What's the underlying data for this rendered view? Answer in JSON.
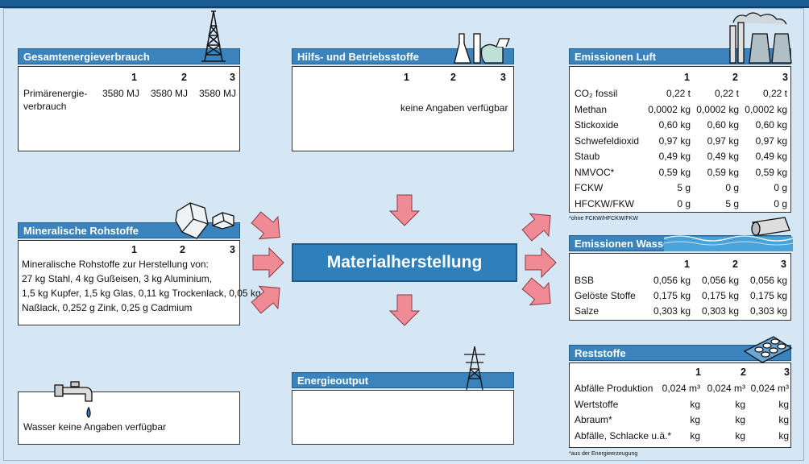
{
  "column_numbers": [
    "1",
    "2",
    "3"
  ],
  "center": {
    "title": "Materialherstellung"
  },
  "gesamtenergie": {
    "title": "Gesamtenergieverbrauch",
    "label_line1": "Primärenergie-",
    "label_line2": "verbrauch",
    "values": [
      "3580 MJ",
      "3580 MJ",
      "3580 MJ"
    ]
  },
  "hilfsstoffe": {
    "title": "Hilfs- und Betriebsstoffe",
    "note": "keine Angaben verfügbar"
  },
  "mineralisch": {
    "title": "Mineralische Rohstoffe",
    "lines": [
      "Mineralische Rohstoffe zur Herstellung von:",
      "27 kg Stahl, 4 kg Gußeisen, 3 kg Aluminium,",
      "1,5 kg Kupfer, 1,5 kg Glas, 0,11 kg Trockenlack, 0,05 kg",
      "Naßlack, 0,252 g Zink, 0,25 g Cadmium"
    ]
  },
  "wasser": {
    "text": "Wasser keine Angaben verfügbar"
  },
  "energieoutput": {
    "title": "Energieoutput"
  },
  "emissionen_luft": {
    "title": "Emissionen Luft",
    "rows": [
      {
        "label": "CO₂ fossil",
        "values": [
          "0,22",
          "0,22",
          "0,22"
        ],
        "unit": "t"
      },
      {
        "label": "Methan",
        "values": [
          "0,0002 kg",
          "0,0002 kg",
          "0,0002 kg"
        ],
        "unit": ""
      },
      {
        "label": "Stickoxide",
        "values": [
          "0,60 kg",
          "0,60 kg",
          "0,60 kg"
        ],
        "unit": ""
      },
      {
        "label": "Schwefeldioxid",
        "values": [
          "0,97 kg",
          "0,97 kg",
          "0,97 kg"
        ],
        "unit": ""
      },
      {
        "label": "Staub",
        "values": [
          "0,49 kg",
          "0,49 kg",
          "0,49 kg"
        ],
        "unit": ""
      },
      {
        "label": "NMVOC*",
        "values": [
          "0,59 kg",
          "0,59 kg",
          "0,59 kg"
        ],
        "unit": ""
      },
      {
        "label": "FCKW",
        "values": [
          "5  g",
          "0  g",
          "0  g"
        ],
        "unit": ""
      },
      {
        "label": "HFCKW/FKW",
        "values": [
          "0  g",
          "5  g",
          "0  g"
        ],
        "unit": ""
      }
    ],
    "footnote": "*ohne FCKW/HFCKW/FKW"
  },
  "emissionen_wasser": {
    "title": "Emissionen Wasser",
    "rows": [
      {
        "label": "BSB",
        "values": [
          "0,056 kg",
          "0,056 kg",
          "0,056 kg"
        ]
      },
      {
        "label": "Gelöste Stoffe",
        "values": [
          "0,175 kg",
          "0,175 kg",
          "0,175 kg"
        ]
      },
      {
        "label": "Salze",
        "values": [
          "0,303 kg",
          "0,303 kg",
          "0,303 kg"
        ]
      }
    ]
  },
  "reststoffe": {
    "title": "Reststoffe",
    "rows": [
      {
        "label": "Abfälle Produktion",
        "values": [
          "0,024 m³",
          "0,024 m³",
          "0,024 m³"
        ]
      },
      {
        "label": "Wertstoffe",
        "values": [
          "kg",
          "kg",
          "kg"
        ]
      },
      {
        "label": "Abraum*",
        "values": [
          "kg",
          "kg",
          "kg"
        ]
      },
      {
        "label": "Abfälle, Schlacke u.ä.*",
        "values": [
          "kg",
          "kg",
          "kg"
        ]
      }
    ],
    "footnote": "*aus der Energieerzeugung"
  },
  "colors": {
    "header_blue": "#3a83bd",
    "center_blue": "#2f7fba",
    "arrow_pink": "#f08a95",
    "background": "#d5e6f4"
  },
  "icons": [
    "oil-derrick-icon",
    "lab-glassware-icon",
    "rocks-icon",
    "water-tap-icon",
    "power-pylon-icon",
    "factory-chimney-icon",
    "waste-pipe-icon",
    "waste-tray-icon"
  ]
}
